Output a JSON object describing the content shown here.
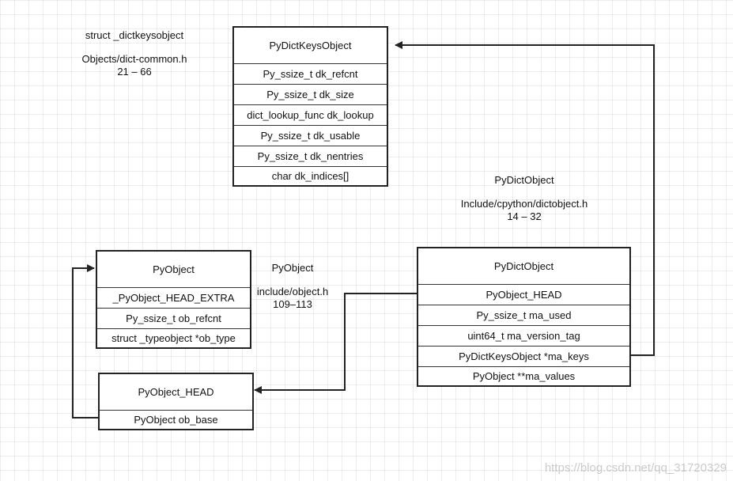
{
  "annotations": {
    "keys_struct": "struct _dictkeysobject",
    "keys_file": "Objects/dict-common.h",
    "keys_lines": "21 – 66",
    "dict_name": "PyDictObject",
    "dict_file": "Include/cpython/dictobject.h",
    "dict_lines": "14 – 32",
    "object_name": "PyObject",
    "object_file": "include/object.h",
    "object_lines": "109–113"
  },
  "boxes": {
    "dict_keys": {
      "title": "PyDictKeysObject",
      "fields": [
        "Py_ssize_t dk_refcnt",
        "Py_ssize_t dk_size",
        "dict_lookup_func dk_lookup",
        "Py_ssize_t dk_usable",
        "Py_ssize_t dk_nentries",
        "char dk_indices[]"
      ]
    },
    "py_object": {
      "title": "PyObject",
      "fields": [
        "_PyObject_HEAD_EXTRA",
        "Py_ssize_t ob_refcnt",
        "struct _typeobject *ob_type"
      ]
    },
    "py_object_head": {
      "title": "PyObject_HEAD",
      "fields": [
        "PyObject ob_base"
      ]
    },
    "py_dict": {
      "title": "PyDictObject",
      "fields": [
        "PyObject_HEAD",
        "Py_ssize_t ma_used",
        "uint64_t ma_version_tag",
        "PyDictKeysObject *ma_keys",
        "PyObject **ma_values"
      ]
    }
  },
  "watermark": "https://blog.csdn.net/qq_31720329"
}
